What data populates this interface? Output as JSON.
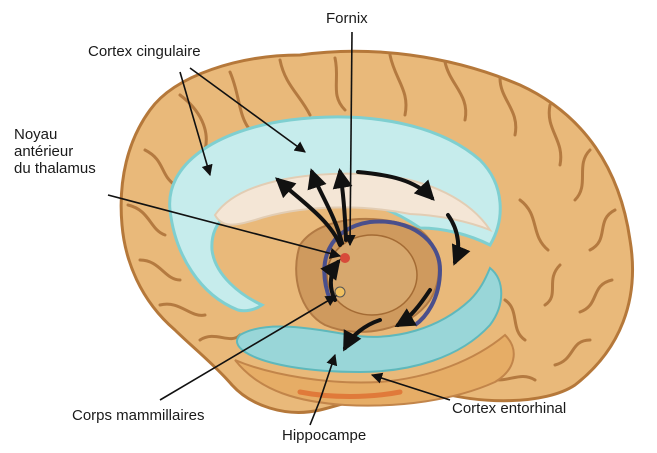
{
  "labels": {
    "fornix": "Fornix",
    "cingulate_cortex": "Cortex cingulaire",
    "anterior_thalamic_nucleus": [
      "Noyau",
      "antérieur",
      "du thalamus"
    ],
    "mammillary_bodies": "Corps mammillaires",
    "hippocampus": "Hippocampe",
    "entorhinal_cortex": "Cortex entorhinal"
  },
  "colors": {
    "cortex_fill": "#e9b97a",
    "cortex_stroke": "#b5783a",
    "sulcus": "#b47a40",
    "cingulate_fill": "#c6ecec",
    "cingulate_stroke": "#7fcfd0",
    "corpus_callosum": "#f4e6d6",
    "thalamus": "#cf9a5e",
    "hippocampus_fill": "#99d6d8",
    "entorhinal_accent": "#e07a3a",
    "circuit_arrows": "#111111",
    "leader_lines": "#111111",
    "background": "#ffffff"
  }
}
